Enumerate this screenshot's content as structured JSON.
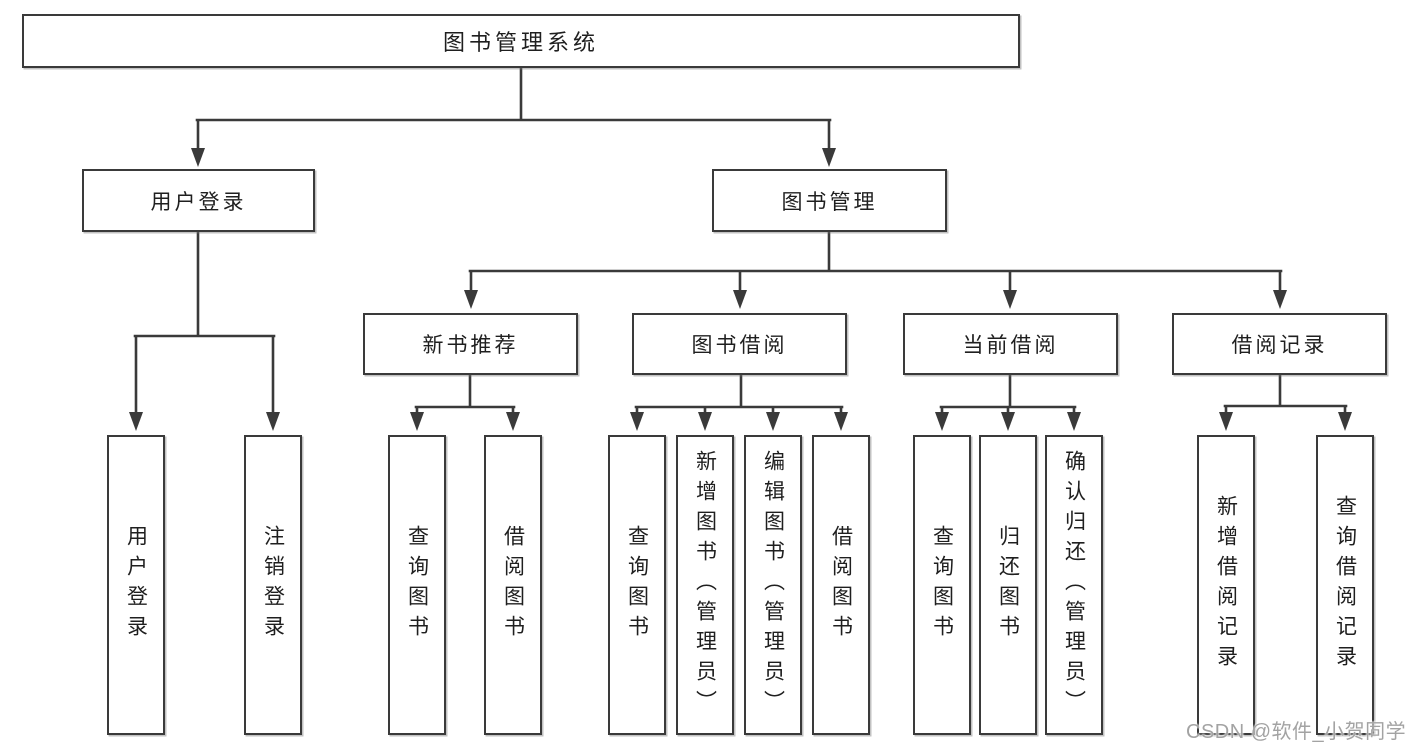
{
  "title": {
    "label": "图书管理系统"
  },
  "level2": [
    {
      "label": "用户登录"
    },
    {
      "label": "图书管理"
    }
  ],
  "level3": [
    {
      "label": "新书推荐"
    },
    {
      "label": "图书借阅"
    },
    {
      "label": "当前借阅"
    },
    {
      "label": "借阅记录"
    }
  ],
  "leaves": {
    "user_login": [
      "用户登录",
      "注销登录"
    ],
    "new_book": [
      "查询图书",
      "借阅图书"
    ],
    "borrow": [
      "查询图书",
      "新增图书（管理员）",
      "编辑图书（管理员）",
      "借阅图书"
    ],
    "current": [
      "查询图书",
      "归还图书",
      "确认归还（管理员）"
    ],
    "records": [
      "新增借阅记录",
      "查询借阅记录"
    ]
  },
  "watermark": {
    "text": "CSDN @软件_小贺同学"
  },
  "colors": {
    "line": "#3a3a3a",
    "text": "#1f1f1f",
    "watermark": "#a3a3a3",
    "background": "#ffffff"
  }
}
